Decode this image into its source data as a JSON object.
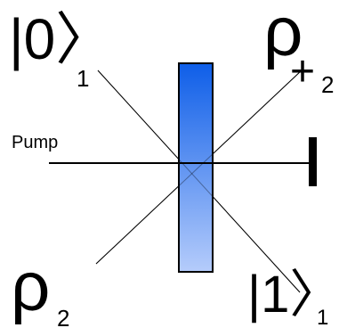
{
  "labels": {
    "ket0": "|0〉",
    "ket0_sub": "1",
    "rho_plus": "ρ",
    "rho_plus_sub": "+",
    "rho_plus_sub2": "2",
    "pump": "Pump",
    "rho2": "ρ",
    "rho2_sub": "2",
    "ket1": "|1〉",
    "ket1_sub": "1"
  },
  "colors": {
    "crystal_top": "#0e5ee8",
    "crystal_bottom": "#b5ccfb",
    "lines": "#000000"
  }
}
